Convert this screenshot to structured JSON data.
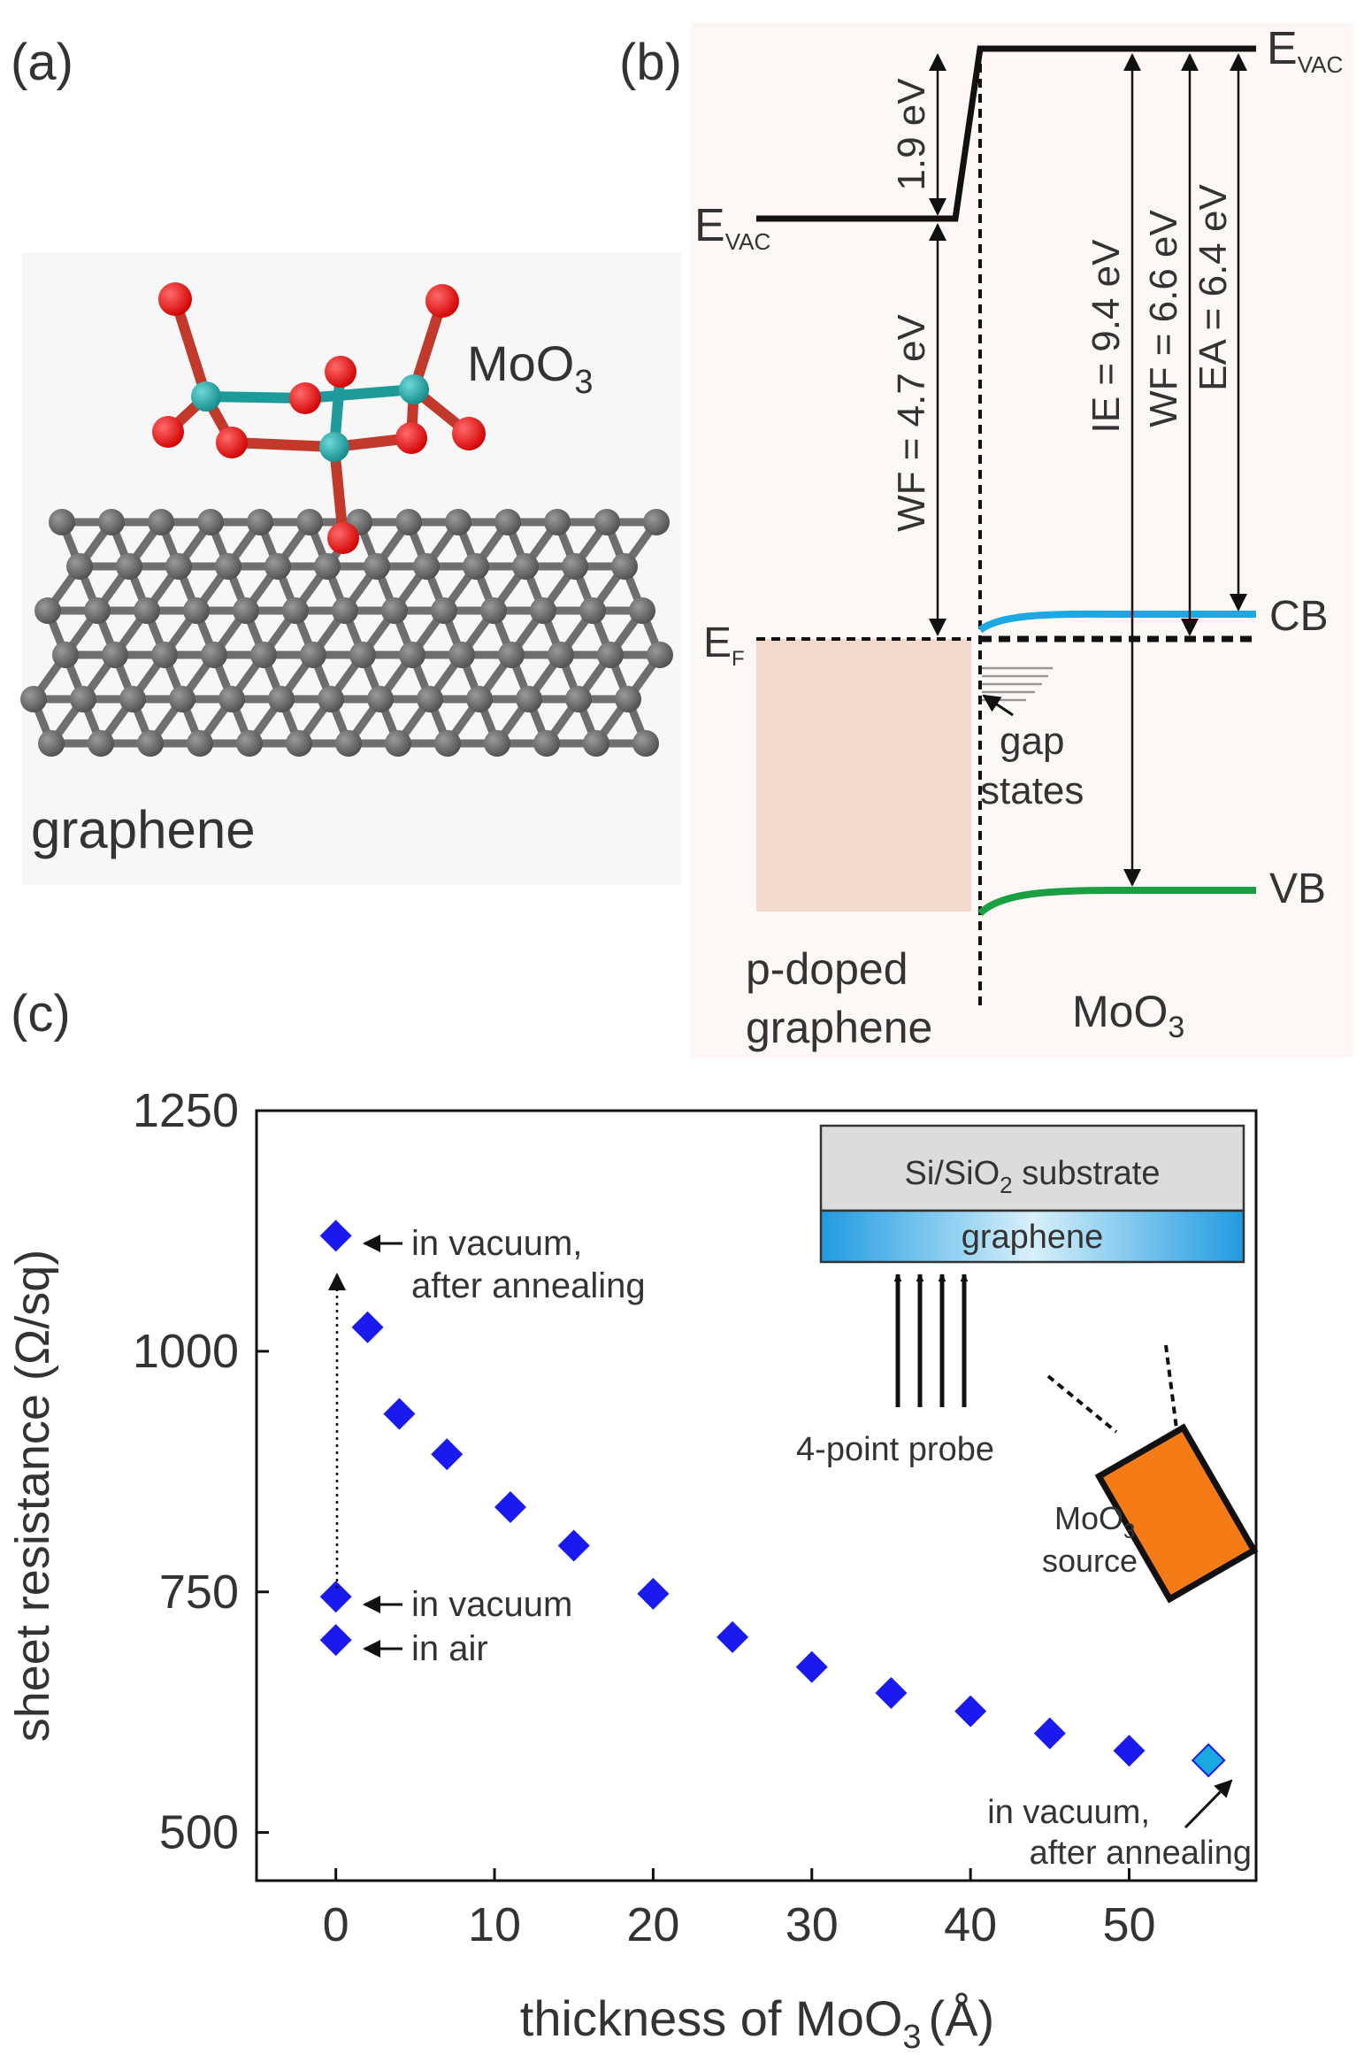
{
  "panel_a": {
    "label": "(a)",
    "molecule_label_main": "MoO",
    "molecule_label_sub": "3",
    "substrate_label": "graphene"
  },
  "panel_b": {
    "label": "(b)",
    "evac_left_main": "E",
    "evac_left_sub": "VAC",
    "evac_right_main": "E",
    "evac_right_sub": "VAC",
    "ef_main": "E",
    "ef_sub": "F",
    "step_label": "1.9 eV",
    "wf_graphene": "WF = 4.7 eV",
    "ie_moo3": "IE = 9.4 eV",
    "wf_moo3": "WF = 6.6 eV",
    "ea_moo3": "EA = 6.4 eV",
    "cb": "CB",
    "vb": "VB",
    "gap_line1": "gap",
    "gap_line2": "states",
    "graphene_line1": "p-doped",
    "graphene_line2": "graphene",
    "moo3_main": "MoO",
    "moo3_sub": "3",
    "colors": {
      "cb": "#1aa9e0",
      "vb": "#1aa043",
      "graphene_fill": "#f2d9cc",
      "background": "#fdf8f5"
    }
  },
  "panel_c": {
    "label": "(c)",
    "ylabel": "sheet resistance (Ω/sq)",
    "xlabel_main": "thickness of MoO",
    "xlabel_sub": "3",
    "xlabel_unit": "(Å)",
    "ann_vac_anneal_1": "in vacuum,",
    "ann_vac_anneal_2": "after annealing",
    "ann_vac": "in vacuum",
    "ann_air": "in air",
    "ann_end_1": "in vacuum,",
    "ann_end_2": "after annealing",
    "inset_substrate_main": "Si/SiO",
    "inset_substrate_sub": "2",
    "inset_substrate_tail": " substrate",
    "inset_graphene": "graphene",
    "inset_probe": "4-point probe",
    "inset_source_main": "MoO",
    "inset_source_sub": "3",
    "inset_source_2": "source"
  },
  "chart_data": {
    "type": "scatter",
    "xlabel": "thickness of MoO3 (Å)",
    "ylabel": "sheet resistance (Ω/sq)",
    "xlim": [
      -5,
      58
    ],
    "ylim": [
      450,
      1250
    ],
    "xticks": [
      0,
      10,
      20,
      30,
      40,
      50
    ],
    "yticks": [
      500,
      750,
      1000,
      1250
    ],
    "grid": false,
    "legend": "none",
    "marker": "diamond",
    "marker_color": "#1a1aee",
    "series": [
      {
        "x": [
          0,
          2,
          4,
          7,
          11,
          15,
          20,
          25,
          30,
          35,
          40,
          45,
          50
        ],
        "y": [
          1120,
          1025,
          935,
          893,
          838,
          798,
          748,
          703,
          672,
          645,
          626,
          603,
          585
        ]
      },
      {
        "x": [
          0
        ],
        "y": [
          745
        ]
      },
      {
        "x": [
          0
        ],
        "y": [
          700
        ]
      },
      {
        "x": [
          55
        ],
        "y": [
          575
        ],
        "color": "#1aa9e0"
      }
    ]
  }
}
